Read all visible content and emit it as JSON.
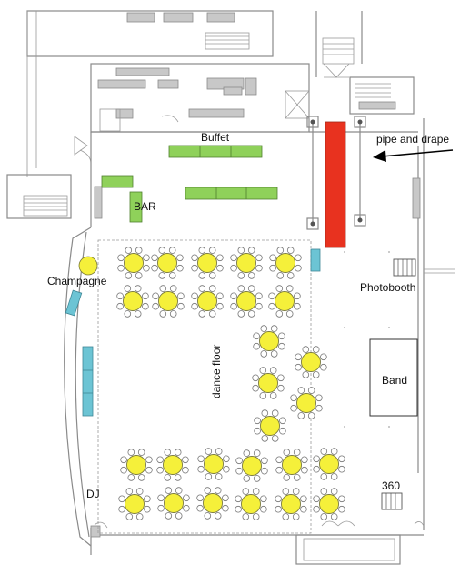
{
  "labels": {
    "buffet": "Buffet",
    "pipe_and_drape": "pipe and drape",
    "bar": "BAR",
    "champagne": "Champagne",
    "photobooth": "Photobooth",
    "dance_floor": "dance floor",
    "band": "Band",
    "dj": "DJ",
    "booth_360": "360"
  },
  "colors": {
    "table_fill": "#f5f03a",
    "table_stroke": "#7a7a3a",
    "buffet_fill": "#8fd15a",
    "buffet_stroke": "#4f7f2f",
    "drape_fill": "#e8321f",
    "lounge_fill": "#6cc4d4",
    "lounge_stroke": "#3f8796",
    "wall_color": "#8a8a8a",
    "grey_fixture": "#c8c8c8"
  },
  "icons": {
    "arrow": "arrow-left-icon",
    "round_table": "round-table-icon",
    "chair": "chair-icon"
  }
}
